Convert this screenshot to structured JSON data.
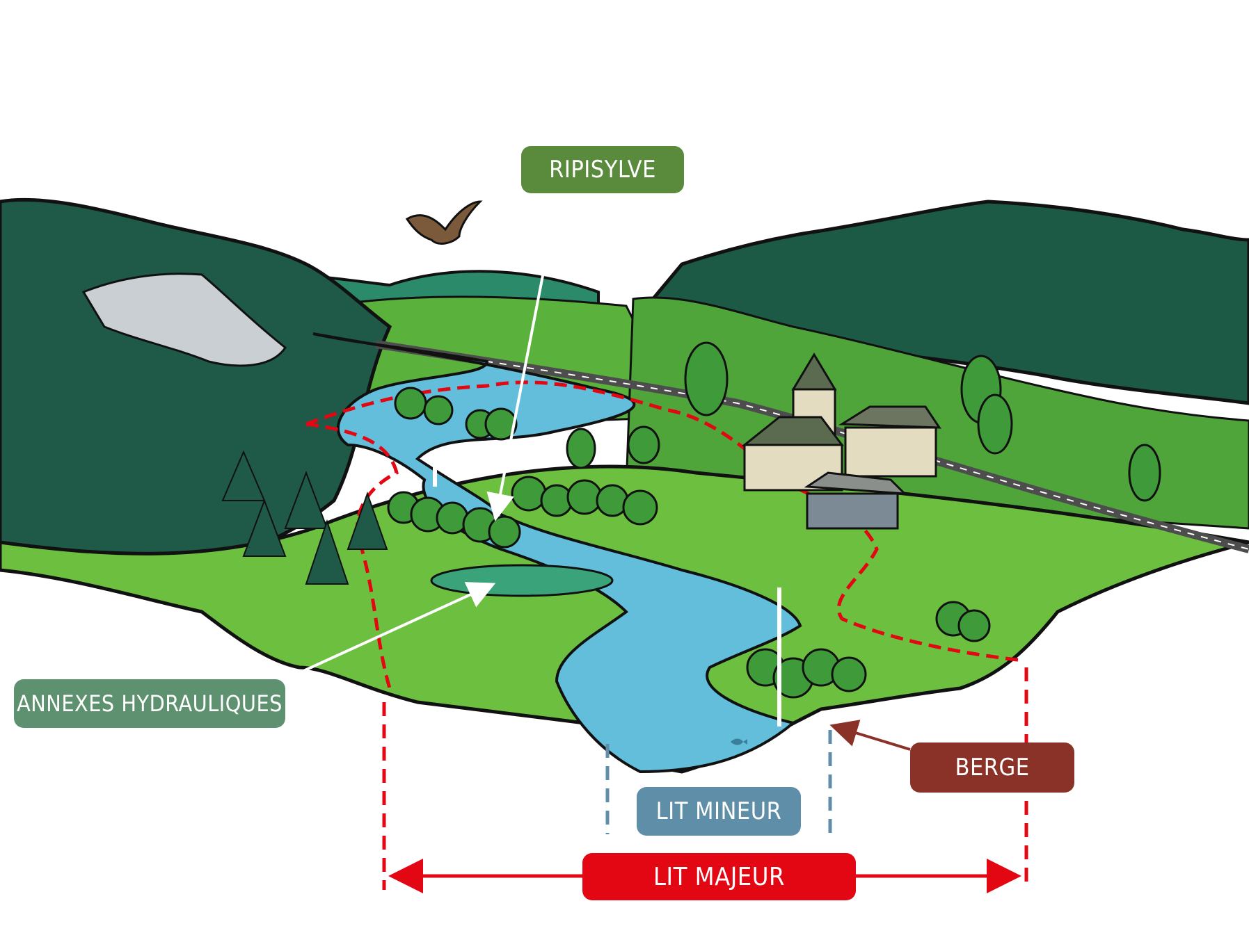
{
  "labels": {
    "ripisylve": "RIPISYLVE",
    "annexes": "ANNEXES HYDRAULIQUES",
    "berge": "BERGE",
    "lit_mineur": "LIT MINEUR",
    "lit_majeur": "LIT MAJEUR"
  },
  "colors": {
    "ripisylve": "#5a8a3c",
    "annexes": "#5e9170",
    "berge": "#8a3128",
    "lit_mineur": "#5f8fa8",
    "lit_majeur": "#e30613",
    "river": "#63bedb",
    "forest_dark": "#1f5a48",
    "meadow": "#6cbf3f"
  },
  "icons": [
    "bird-of-prey-icon",
    "house-icon",
    "church-icon",
    "tree-icon",
    "fish-icon"
  ]
}
